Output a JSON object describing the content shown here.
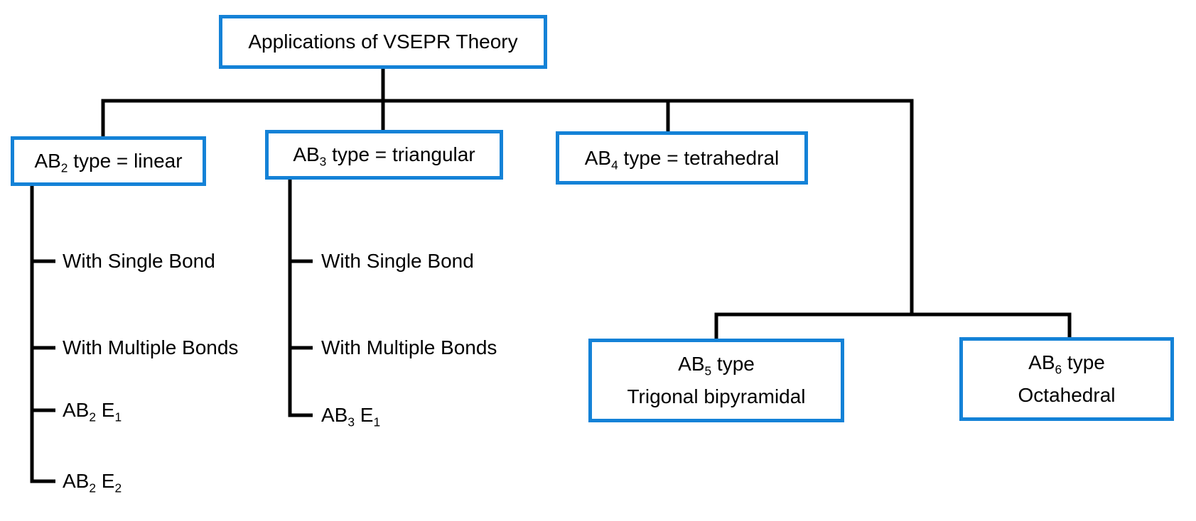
{
  "title": "Applications of VSEPR Theory flowchart",
  "colors": {
    "box_border": "#1482d7",
    "connector": "#000000",
    "text": "#000000",
    "background": "#ffffff"
  },
  "root_label": "Applications of VSEPR Theory",
  "nodes": {
    "ab2": {
      "pre": "AB",
      "sub": "2",
      "post": " type = linear"
    },
    "ab3": {
      "pre": "AB",
      "sub": "3",
      "post": " type = triangular"
    },
    "ab4": {
      "pre": "AB",
      "sub": "4",
      "post": " type = tetrahedral"
    },
    "ab5": {
      "line1": {
        "pre": "AB",
        "sub": "5",
        "post": " type"
      },
      "line2": "Trigonal bipyramidal"
    },
    "ab6": {
      "line1": {
        "pre": "AB",
        "sub": "6",
        "post": " type"
      },
      "line2": "Octahedral"
    }
  },
  "ab2_children": {
    "single": "With Single Bond",
    "multiple": "With Multiple Bonds",
    "e1": {
      "pre": "AB",
      "sub": "2",
      "mid": " E",
      "sub2": "1"
    },
    "e2": {
      "pre": "AB",
      "sub": "2",
      "mid": " E",
      "sub2": "2"
    }
  },
  "ab3_children": {
    "single": "With Single Bond",
    "multiple": "With Multiple Bonds",
    "e1": {
      "pre": "AB",
      "sub": "3",
      "mid": " E",
      "sub2": "1"
    }
  }
}
